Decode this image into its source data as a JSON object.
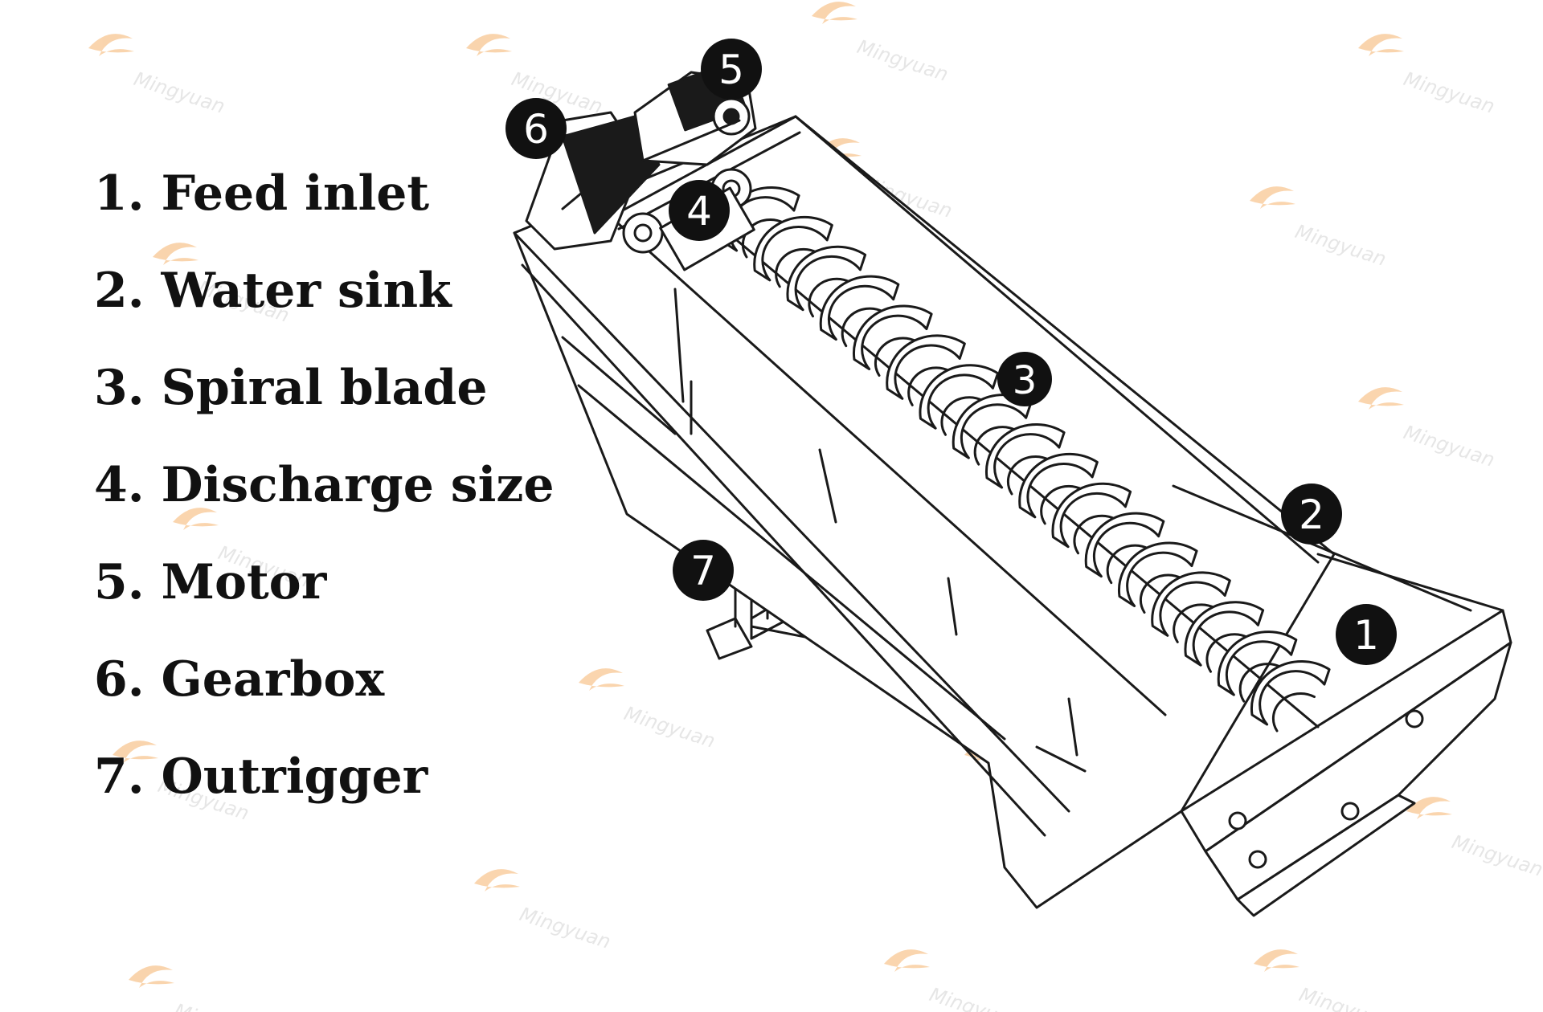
{
  "watermark": {
    "brand": "Mingyuan",
    "logo_color": "#f3a24b",
    "text_color": "#c8c8c8"
  },
  "legend": [
    {
      "number": "1",
      "label": "1. Feed inlet"
    },
    {
      "number": "2",
      "label": "2. Water sink"
    },
    {
      "number": "3",
      "label": "3. Spiral blade"
    },
    {
      "number": "4",
      "label": "4. Discharge size"
    },
    {
      "number": "5",
      "label": "5. Motor"
    },
    {
      "number": "6",
      "label": "6. Gearbox"
    },
    {
      "number": "7",
      "label": "7. Outrigger"
    }
  ],
  "callouts": [
    "1",
    "2",
    "3",
    "4",
    "5",
    "6",
    "7"
  ],
  "colors": {
    "line": "#1a1a1a",
    "badge_fill": "#111111",
    "badge_text": "#ffffff",
    "text": "#111111"
  }
}
